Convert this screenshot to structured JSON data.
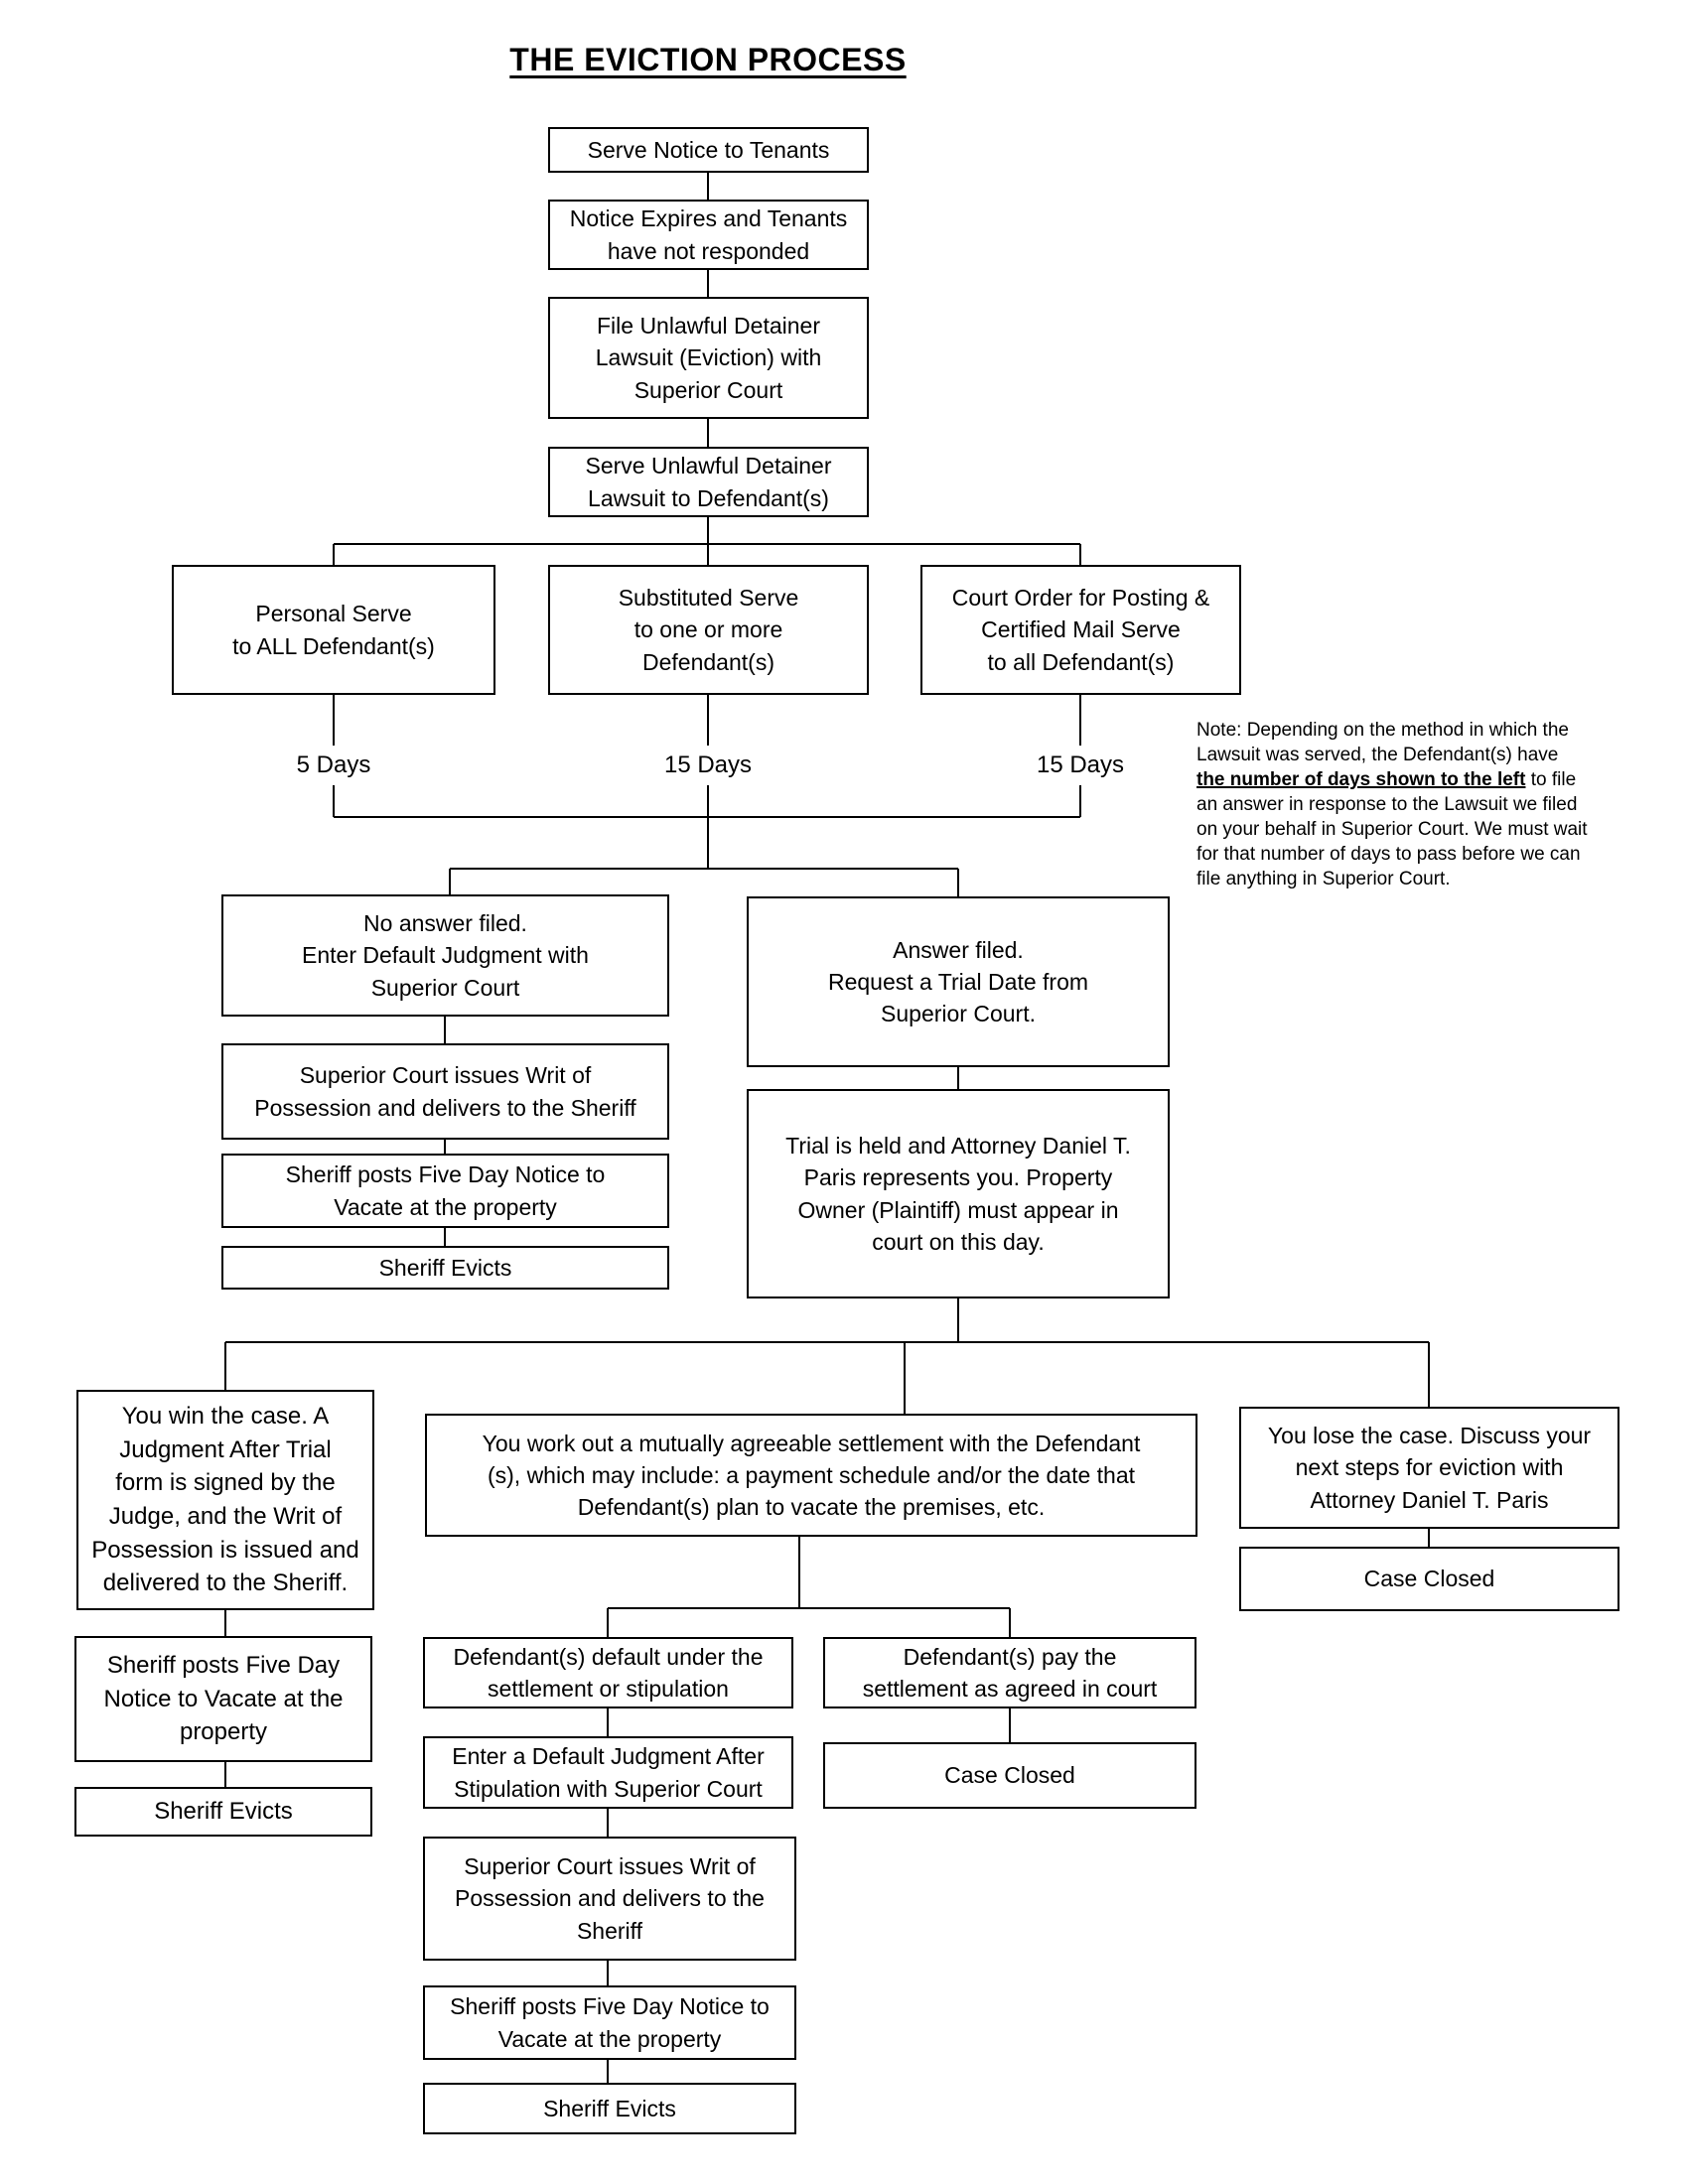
{
  "title": "THE EVICTION PROCESS",
  "colors": {
    "background": "#ffffff",
    "line": "#000000",
    "box_border": "#000000",
    "text": "#000000"
  },
  "nodes": {
    "serve_notice": "Serve Notice to Tenants",
    "notice_expires": "Notice Expires and Tenants\nhave not responded",
    "file_lawsuit": "File Unlawful Detainer\nLawsuit (Eviction) with\nSuperior Court",
    "serve_lawsuit": "Serve Unlawful Detainer\nLawsuit to Defendant(s)",
    "personal_serve": "Personal Serve\nto ALL Defendant(s)",
    "substituted_serve": "Substituted Serve\nto one or more\nDefendant(s)",
    "court_order_serve": "Court Order for Posting &\nCertified Mail Serve\nto all Defendant(s)",
    "no_answer": "No answer filed.\nEnter Default Judgment with\nSuperior Court",
    "answer_filed": "Answer filed.\nRequest a Trial Date from\nSuperior Court.",
    "writ_possession_1": "Superior Court issues  Writ of\nPossession and delivers to the Sheriff",
    "sheriff_posts_1": "Sheriff posts Five Day Notice to\nVacate at the property",
    "sheriff_evicts_1": "Sheriff Evicts",
    "trial_held": "Trial is held and Attorney Daniel T.\nParis represents you. Property\nOwner (Plaintiff) must appear in\ncourt on this day.",
    "you_win": "You win the case. A\nJudgment After Trial\nform is signed by the\nJudge, and the Writ of\nPossession is issued and\ndelivered to the Sheriff.",
    "settlement": "You work out a mutually agreeable settlement with the Defendant\n(s), which may include: a payment schedule and/or the date that\nDefendant(s) plan to vacate the premises, etc.",
    "you_lose": "You lose the case. Discuss your\nnext steps for eviction with\nAttorney Daniel T. Paris",
    "case_closed_lose": "Case Closed",
    "sheriff_posts_2": "Sheriff posts Five Day\nNotice to Vacate at the\nproperty",
    "sheriff_evicts_2": "Sheriff Evicts",
    "defendants_default": "Defendant(s) default under the\nsettlement or stipulation",
    "defendants_pay": "Defendant(s) pay the\nsettlement as agreed in court",
    "enter_default_judgment": "Enter a Default Judgment After\nStipulation  with Superior Court",
    "case_closed_pay": "Case Closed",
    "writ_possession_2": "Superior Court issues  Writ of\nPossession and delivers to the\nSheriff",
    "sheriff_posts_3": "Sheriff posts Five Day Notice to\nVacate at the property",
    "sheriff_evicts_3": "Sheriff Evicts"
  },
  "day_labels": {
    "personal": "5 Days",
    "substituted": "15 Days",
    "court_order": "15 Days"
  },
  "note": {
    "prefix": "Note: Depending on the method in which the\nLawsuit was served, the Defendant(s) have\n",
    "bold_underline": "the number of days shown to the left",
    "suffix": " to file\nan answer in response to the Lawsuit we filed\non your behalf in Superior Court.  We must wait\nfor that number of days to pass before we can\nfile anything in Superior Court."
  }
}
